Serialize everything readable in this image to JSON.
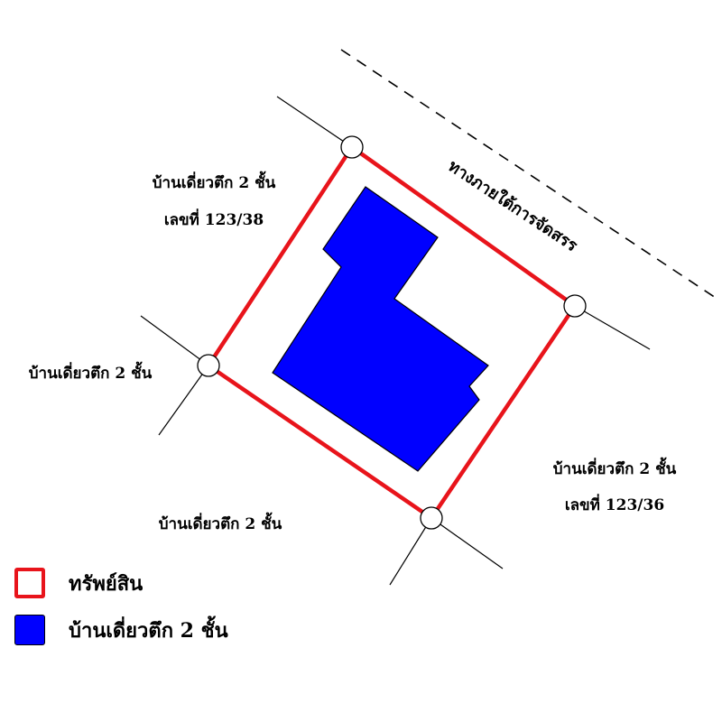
{
  "colors": {
    "boundary": "#e8141b",
    "building": "#0000ff",
    "building_outline": "#000000",
    "background": "#ffffff",
    "text": "#000000"
  },
  "labels": {
    "road": "ทางภายใต้การจัดสรร",
    "neighbor_north_line1": "บ้านเดี่ยวตึก 2 ชั้น",
    "neighbor_north_line2": "เลขที่ 123/38",
    "neighbor_west": "บ้านเดี่ยวตึก 2 ชั้น",
    "neighbor_south": "บ้านเดี่ยวตึก 2 ชั้น",
    "neighbor_east_line1": "บ้านเดี่ยวตึก 2 ชั้น",
    "neighbor_east_line2": "เลขที่ 123/36"
  },
  "legend": [
    {
      "label": "ทรัพย์สิน",
      "icon": "red-outline-square"
    },
    {
      "label": "บ้านเดี่ยวตึก 2 ชั้น",
      "icon": "blue-filled-square"
    }
  ]
}
